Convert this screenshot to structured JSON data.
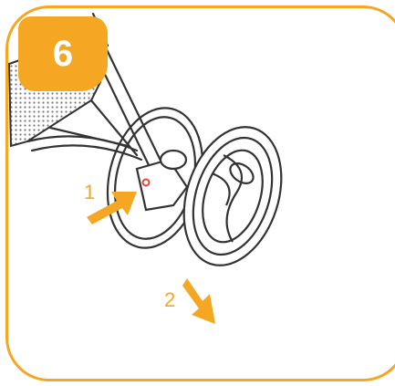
{
  "step": {
    "number": "6"
  },
  "instructions": {
    "press_label": "1",
    "pull_label": "2"
  },
  "colors": {
    "accent": "#F5A623",
    "line": "#333333",
    "background": "#ffffff"
  }
}
